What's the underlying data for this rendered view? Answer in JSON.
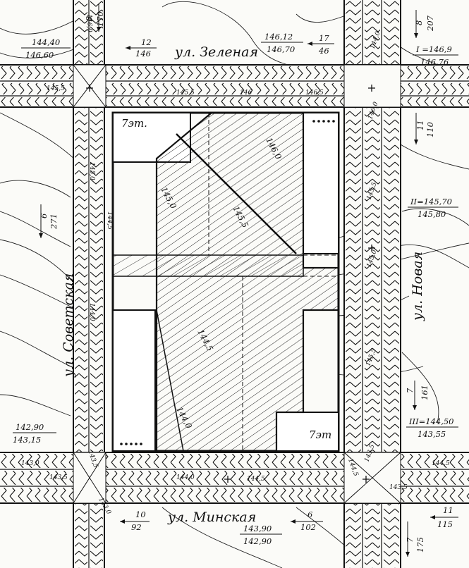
{
  "streets": {
    "zelenaya": "ул. Зеленая",
    "sovetskaya": "ул. Советская",
    "novaya": "ул. Новая",
    "minskaya": "ул. Минская"
  },
  "buildings": {
    "a": "7эт.",
    "b": "7эт"
  },
  "elevation_pairs": [
    {
      "top": "144,40",
      "bottom": "146,60"
    },
    {
      "top": "146,12",
      "bottom": "146,70"
    },
    {
      "top": "I =146,9",
      "bottom": "146,76"
    },
    {
      "top": "II=145,70",
      "bottom": "145,80"
    },
    {
      "top": "III=144,50",
      "bottom": "143,55"
    },
    {
      "top": "142,90",
      "bottom": "143,15"
    },
    {
      "top": "143,90",
      "bottom": "142,90"
    }
  ],
  "slope_marks": [
    {
      "top": "12",
      "bottom": "146"
    },
    {
      "top": "17",
      "bottom": "46"
    },
    {
      "top": "8",
      "bottom": "207"
    },
    {
      "top": "11",
      "bottom": "110"
    },
    {
      "top": "6",
      "bottom": "271"
    },
    {
      "top": "7",
      "bottom": "161"
    },
    {
      "top": "10",
      "bottom": "92"
    },
    {
      "top": "6",
      "bottom": "102"
    },
    {
      "top": "11",
      "bottom": "115"
    },
    {
      "top": "7",
      "bottom": "175"
    },
    {
      "top": "8",
      "bottom": "170"
    }
  ],
  "contour_labels": [
    "146,0",
    "145,5",
    "145,0",
    "144,5",
    "144,0"
  ],
  "small_marks": [
    "146,0",
    "145,5",
    "145,5",
    "146",
    "146,5",
    "146,0",
    "145,5",
    "145,0",
    "145,5",
    "145,0",
    "144,5",
    "144,0",
    "143,5",
    "143,0",
    "143,5",
    "144,0",
    "144,5",
    "144,5",
    "143,5",
    "144,5",
    "143,5",
    "143,0",
    "144,0"
  ]
}
